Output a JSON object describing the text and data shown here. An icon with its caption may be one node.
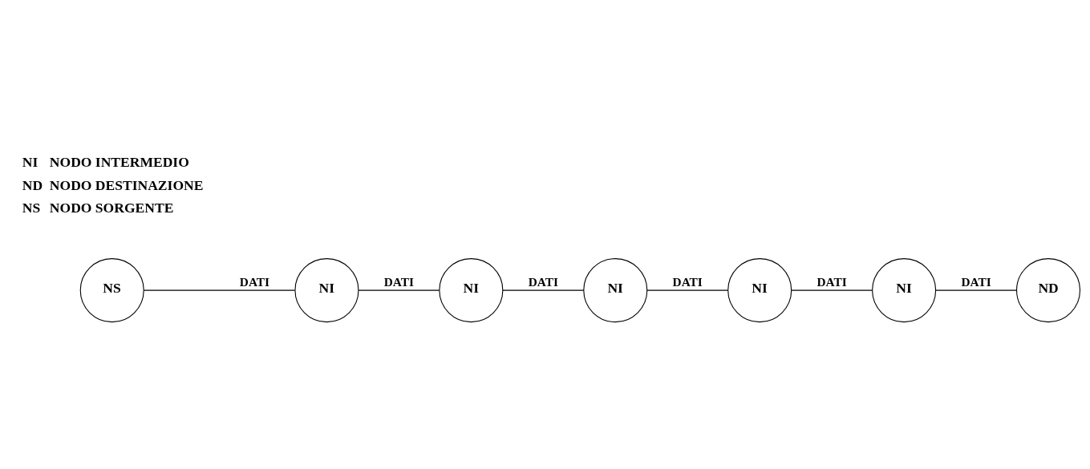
{
  "diagram": {
    "nodes": [
      {
        "text": [
          "NS"
        ]
      },
      {
        "text": [
          "NI"
        ]
      },
      {
        "text": [
          "NI"
        ]
      },
      {
        "text": [
          "NI"
        ]
      },
      {
        "text": [
          "ND"
        ]
      },
      {
        "text": [
          "NI"
        ]
      },
      {
        "text": [
          "NI"
        ]
      }
    ],
    "edges": [
      {
        "from": 0,
        "to": 1,
        "arrow": "none",
        "label": "DATI"
      },
      {
        "from": 1,
        "to": 3,
        "arrow": "none",
        "label": "DATI"
      },
      {
        "from": 3,
        "to": 6,
        "arrow": "none",
        "label": "DATI"
      },
      {
        "from": 6,
        "to": 5,
        "arrow": "none",
        "label": "DATI"
      },
      {
        "from": 5,
        "to": 2,
        "arrow": "none",
        "label": "DATI"
      },
      {
        "from": 2,
        "to": 4,
        "arrow": "none",
        "label": "DATI"
      }
    ],
    "labels": [
      "NI",
      "NODO INTERMEDIO",
      "ND",
      "NODO DESTINAZIONE",
      "NS",
      "NODO SORGENTE"
    ]
  }
}
